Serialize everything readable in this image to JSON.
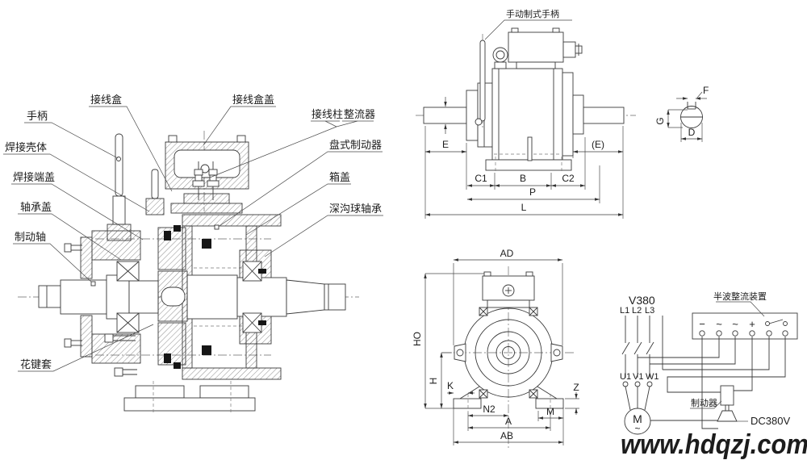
{
  "cross_section": {
    "labels": {
      "handle": "手柄",
      "welded_shell": "焊接壳体",
      "welded_end_cover": "焊接端盖",
      "bearing_cover": "轴承盖",
      "brake_shaft": "制动轴",
      "spline_sleeve": "花键套",
      "junction_box": "接线盒",
      "junction_box_cover": "接线盒盖",
      "terminal_post": "接线柱",
      "rectifier": "整流器",
      "disc_brake": "盘式制动器",
      "box_cover": "箱盖",
      "deep_groove_bearing": "深沟球轴承"
    }
  },
  "side_view": {
    "handle_label": "手动制式手柄",
    "dims": {
      "E": "E",
      "E_paren": "(E)",
      "C1": "C1",
      "B": "B",
      "C2": "C2",
      "P": "P",
      "L": "L"
    }
  },
  "shaft_section": {
    "F": "F",
    "G": "G",
    "D": "D"
  },
  "front_view": {
    "dims": {
      "AD": "AD",
      "HO": "HO",
      "H": "H",
      "K": "K",
      "N2": "N2",
      "A": "A",
      "AB": "AB",
      "M": "M",
      "Z": "Z"
    }
  },
  "wiring": {
    "supply_label": "V380",
    "phases": [
      "L1",
      "L2",
      "L3"
    ],
    "motor_terminals": [
      "U1",
      "V1",
      "W1"
    ],
    "motor_letter": "M",
    "motor_tilde": "~",
    "rectifier_label": "半波整流装置",
    "rectifier_terminals": [
      "−",
      "~",
      "~",
      "+"
    ],
    "brake_label": "制动器",
    "dc_label": "DC380V"
  },
  "watermark": {
    "text": "www.hdqzj.com",
    "color": "#2220ee"
  }
}
